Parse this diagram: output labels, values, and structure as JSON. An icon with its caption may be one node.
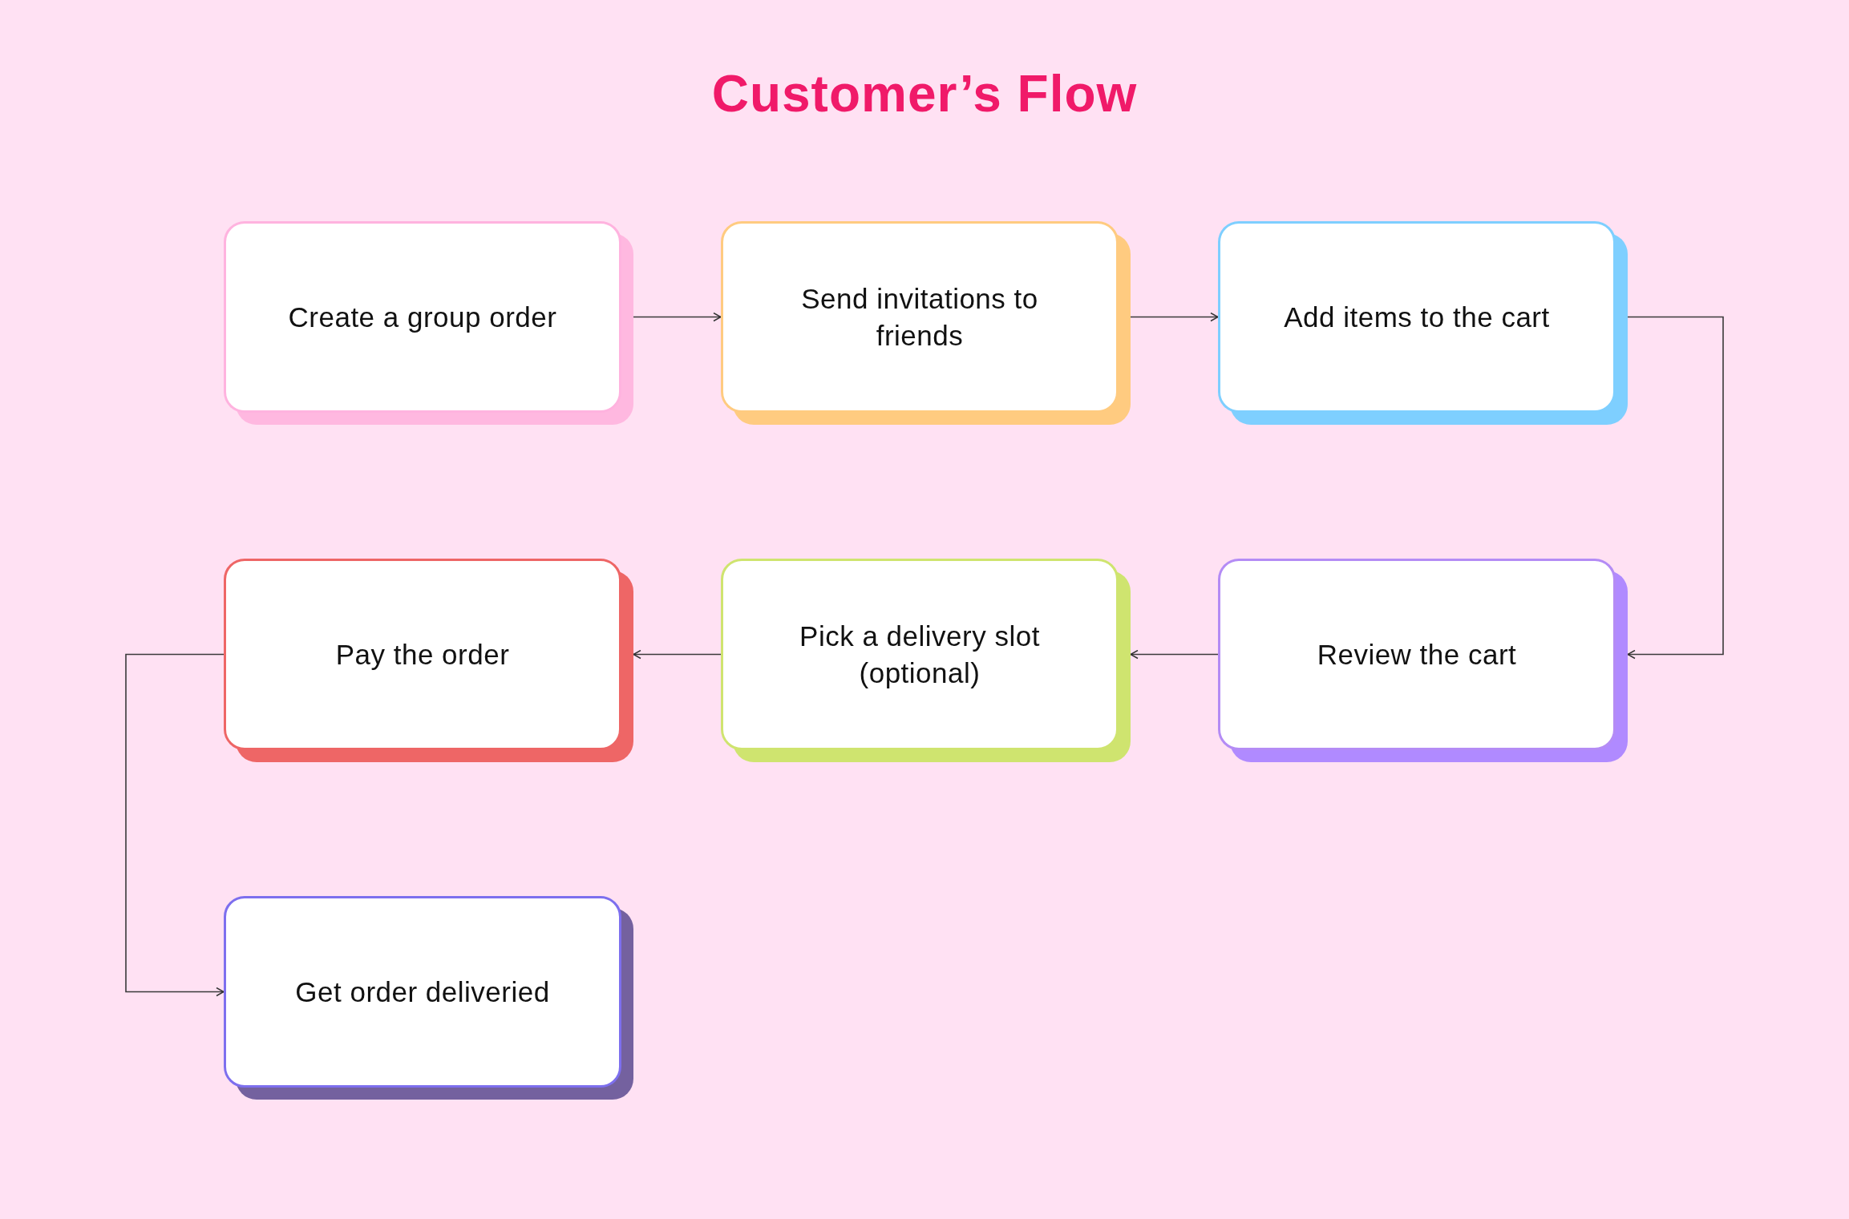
{
  "diagram": {
    "title": "Customer’s Flow",
    "nodes": [
      {
        "text": [
          "Create a group order"
        ]
      },
      {
        "text": [
          "Send invitations to friends"
        ]
      },
      {
        "text": [
          "Add items to the cart"
        ]
      },
      {
        "text": [
          "Review the cart"
        ]
      },
      {
        "text": [
          "Pick a delivery slot (optional)"
        ]
      },
      {
        "text": [
          "Pay the order"
        ]
      },
      {
        "text": [
          "Get order deliveried"
        ]
      }
    ],
    "edges": [
      {
        "from": 0,
        "to": 1,
        "arrow": "to"
      },
      {
        "from": 1,
        "to": 2,
        "arrow": "to"
      },
      {
        "from": 2,
        "to": 3,
        "arrow": "to"
      },
      {
        "from": 3,
        "to": 4,
        "arrow": "to"
      },
      {
        "from": 4,
        "to": 5,
        "arrow": "to"
      },
      {
        "from": 5,
        "to": 6,
        "arrow": "to"
      }
    ]
  }
}
